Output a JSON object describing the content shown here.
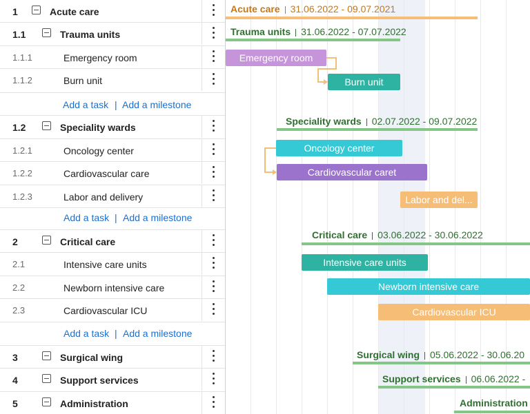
{
  "colors": {
    "orange": "#f5bd76",
    "green": "#83c685",
    "purple": "#c694db",
    "teal": "#2eb3a3",
    "cyan": "#35c9d5",
    "violet": "#9b72cc",
    "link_blue": "#1a6fcf",
    "summary_text_orange": "#c77715",
    "summary_text_green": "#2f7030"
  },
  "grid": {
    "rows": [
      {
        "num": "1",
        "label": "Acute care",
        "kind": "top"
      },
      {
        "num": "1.1",
        "label": "Trauma units",
        "kind": "group"
      },
      {
        "num": "1.1.1",
        "label": "Emergency room",
        "kind": "task"
      },
      {
        "num": "1.1.2",
        "label": "Burn unit",
        "kind": "task"
      },
      {
        "kind": "add",
        "add_task": "Add a task",
        "separator": "|",
        "add_milestone": "Add a milestone"
      },
      {
        "num": "1.2",
        "label": "Speciality wards",
        "kind": "group"
      },
      {
        "num": "1.2.1",
        "label": "Oncology center",
        "kind": "task"
      },
      {
        "num": "1.2.2",
        "label": "Cardiovascular care",
        "kind": "task"
      },
      {
        "num": "1.2.3",
        "label": "Labor and delivery",
        "kind": "task"
      },
      {
        "kind": "add",
        "add_task": "Add a task",
        "separator": "|",
        "add_milestone": "Add a milestone"
      },
      {
        "num": "2",
        "label": "Critical care",
        "kind": "group"
      },
      {
        "num": "2.1",
        "label": "Intensive care units",
        "kind": "task"
      },
      {
        "num": "2.2",
        "label": "Newborn intensive care",
        "kind": "task"
      },
      {
        "num": "2.3",
        "label": "Cardiovascular ICU",
        "kind": "task"
      },
      {
        "kind": "add",
        "add_task": "Add a task",
        "separator": "|",
        "add_milestone": "Add a milestone"
      },
      {
        "num": "3",
        "label": "Surgical wing",
        "kind": "group"
      },
      {
        "num": "4",
        "label": "Support services",
        "kind": "group"
      },
      {
        "num": "5",
        "label": "Administration",
        "kind": "group"
      }
    ]
  },
  "chart": {
    "summaries": [
      {
        "name": "Acute care",
        "dates": "31.06.2022 - 09.07.2021",
        "color": "orange"
      },
      {
        "name": "Trauma units",
        "dates": "31.06.2022 - 07.07.2022",
        "color": "green"
      },
      {
        "name": "Speciality wards",
        "dates": "02.07.2022 - 09.07.2022",
        "color": "green"
      },
      {
        "name": "Critical care",
        "dates": "03.06.2022 - 30.06.2022",
        "color": "green"
      },
      {
        "name": "Surgical wing",
        "dates": "05.06.2022 - 30.06.20",
        "color": "green"
      },
      {
        "name": "Support services",
        "dates": "06.06.2022 -",
        "color": "green"
      },
      {
        "name": "Administration",
        "dates": "",
        "color": "green"
      }
    ],
    "tasks": [
      {
        "label": "Emergency room",
        "color": "purple"
      },
      {
        "label": "Burn unit",
        "color": "teal"
      },
      {
        "label": "Oncology center",
        "color": "cyan"
      },
      {
        "label": "Cardiovascular caret",
        "color": "violet"
      },
      {
        "label": "Labor and del...",
        "color": "orange"
      },
      {
        "label": "Intensive care units",
        "color": "teal"
      },
      {
        "label": "Newborn intensive care",
        "color": "cyan"
      },
      {
        "label": "Cardiovascular ICU",
        "color": "orange"
      }
    ]
  }
}
